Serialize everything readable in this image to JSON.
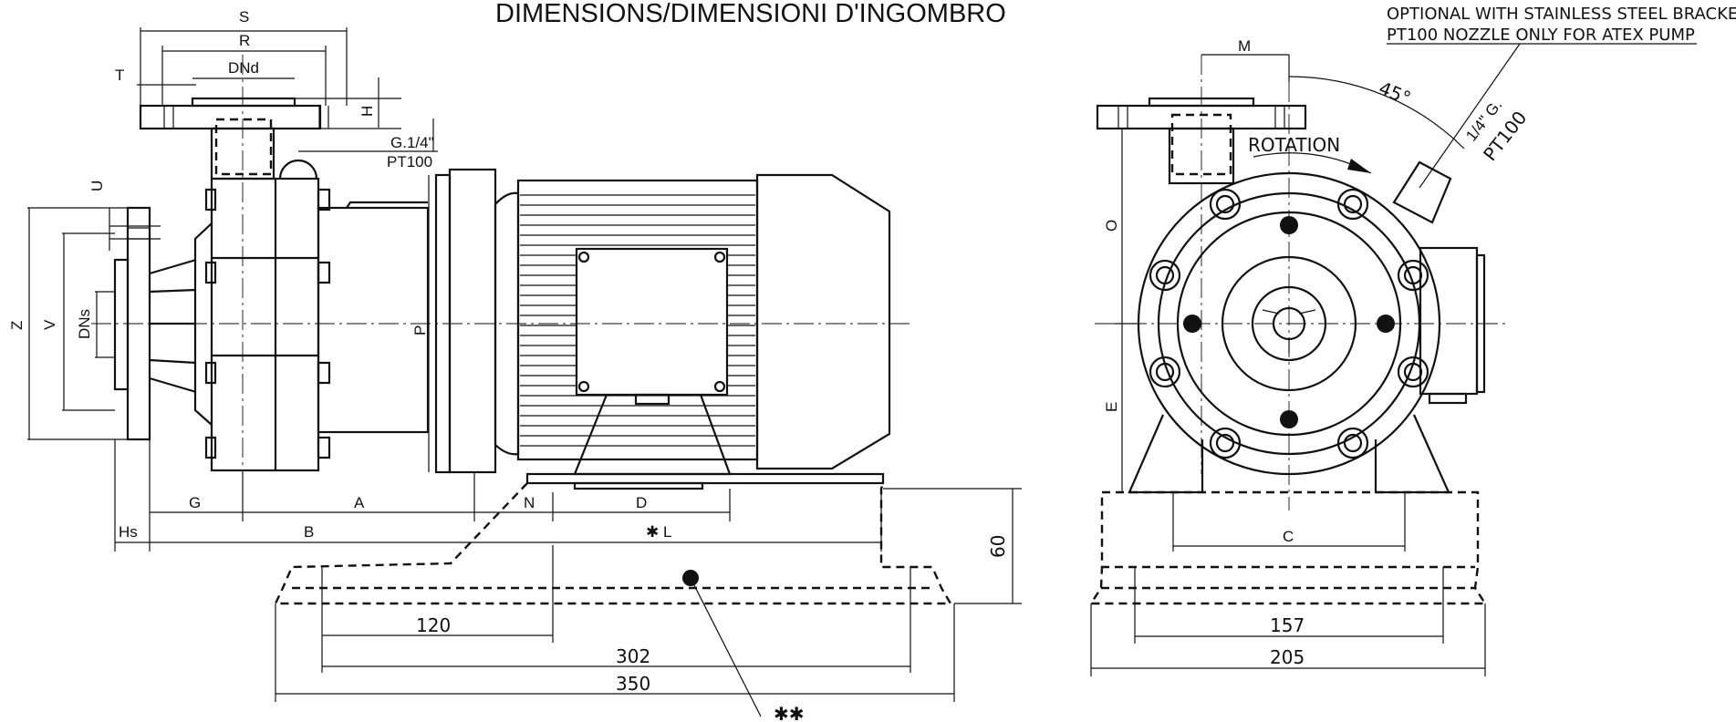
{
  "title": "DIMENSIONS/DIMENSIONI D'INGOMBRO",
  "notes": {
    "bracket": "OPTIONAL WITH STAINLESS STEEL BRACKET",
    "atex": "PT100 NOZZLE ONLY FOR ATEX PUMP",
    "rotation": "ROTATION",
    "angle": "45°",
    "port_size": "1/4\" G.",
    "port_sensor": "PT100",
    "gauge_port_size": "G.1/4\"",
    "gauge_port_sensor": "PT100",
    "double_asterisk": "✱✱"
  },
  "side_view": {
    "labels": {
      "S": "S",
      "R": "R",
      "DNd": "DNd",
      "T": "T",
      "H": "H",
      "U": "U",
      "Z": "Z",
      "V": "V",
      "DNs": "DNs",
      "P": "P",
      "G": "G",
      "A": "A",
      "N": "N",
      "D": "D",
      "Hs": "Hs",
      "B": "B",
      "L": "✱ L"
    },
    "base_dims": {
      "h60": "60",
      "d120": "120",
      "d302": "302",
      "d350": "350"
    }
  },
  "front_view": {
    "labels": {
      "M": "M",
      "O": "O",
      "E": "E",
      "C": "C"
    },
    "base_dims": {
      "d157": "157",
      "d205": "205"
    }
  }
}
